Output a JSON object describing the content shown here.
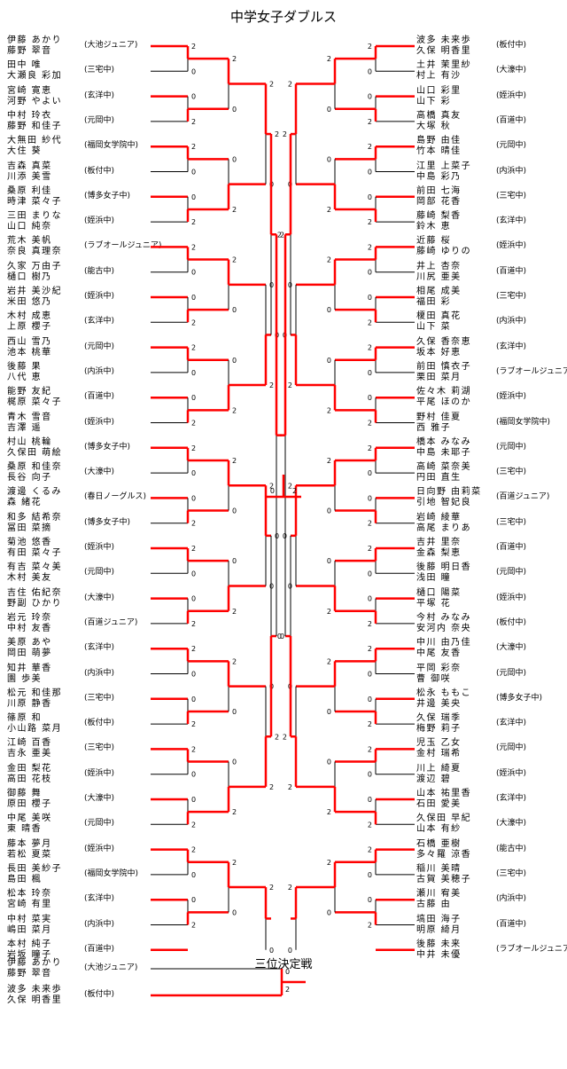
{
  "title": "中学女子ダブルス",
  "third_place_title": "三位決定戦",
  "colors": {
    "winner_line": "#ff0000",
    "line": "#000000"
  },
  "left": [
    {
      "n1": "伊藤 あかり",
      "n2": "藤野 翠音",
      "school": "(大池ジュニア)"
    },
    {
      "n1": "田中 唯",
      "n2": "大瀬良 彩加",
      "school": "(三宅中)"
    },
    {
      "n1": "宮崎 寛恵",
      "n2": "河野 やよい",
      "school": "(玄洋中)"
    },
    {
      "n1": "中村 玲衣",
      "n2": "藤野 和佳子",
      "school": "(元岡中)"
    },
    {
      "n1": "大無田 紗代",
      "n2": "大住 葵",
      "school": "(福岡女学院中)"
    },
    {
      "n1": "吉森 真菜",
      "n2": "川添 美雪",
      "school": "(板付中)"
    },
    {
      "n1": "桑原 利佳",
      "n2": "時津 菜々子",
      "school": "(博多女子中)"
    },
    {
      "n1": "三田 まりな",
      "n2": "山口 純奈",
      "school": "(姪浜中)"
    },
    {
      "n1": "荒木 美帆",
      "n2": "奈良 真理奈",
      "school": "(ラブオールジュニア)"
    },
    {
      "n1": "久家 万由子",
      "n2": "樋口 樹乃",
      "school": "(能古中)"
    },
    {
      "n1": "岩井 美沙紀",
      "n2": "米田 悠乃",
      "school": "(姪浜中)"
    },
    {
      "n1": "木村 成恵",
      "n2": "上原 櫻子",
      "school": "(玄洋中)"
    },
    {
      "n1": "西山 雪乃",
      "n2": "池本 桃華",
      "school": "(元岡中)"
    },
    {
      "n1": "後藤 果",
      "n2": "八代 恵",
      "school": "(内浜中)"
    },
    {
      "n1": "能野 友紀",
      "n2": "梶原 菜々子",
      "school": "(百道中)"
    },
    {
      "n1": "青木 雪音",
      "n2": "吉澤 遥",
      "school": "(姪浜中)"
    },
    {
      "n1": "村山 桃輪",
      "n2": "久保田 萌絵",
      "school": "(博多女子中)"
    },
    {
      "n1": "桑原 和佳奈",
      "n2": "長谷 向子",
      "school": "(大濠中)"
    },
    {
      "n1": "渡邊 くるみ",
      "n2": "森 緒花",
      "school": "(春日ノーグルス)"
    },
    {
      "n1": "和多 結希奈",
      "n2": "冨田 菜摘",
      "school": "(博多女子中)"
    },
    {
      "n1": "菊池 悠香",
      "n2": "有田 菜々子",
      "school": "(姪浜中)"
    },
    {
      "n1": "有吉 菜々美",
      "n2": "木村 美友",
      "school": "(元岡中)"
    },
    {
      "n1": "吉住 佑紀奈",
      "n2": "野副 ひかり",
      "school": "(大濠中)"
    },
    {
      "n1": "岩元 玲奈",
      "n2": "中村 友香",
      "school": "(百道ジュニア)"
    },
    {
      "n1": "美原 あや",
      "n2": "岡田 萌夢",
      "school": "(玄洋中)"
    },
    {
      "n1": "知井 華香",
      "n2": "園 歩美",
      "school": "(内浜中)"
    },
    {
      "n1": "松元 和佳那",
      "n2": "川原 静香",
      "school": "(三宅中)"
    },
    {
      "n1": "篠原 和",
      "n2": "小山路 菜月",
      "school": "(板付中)"
    },
    {
      "n1": "江崎 百香",
      "n2": "吉永 亜美",
      "school": "(三宅中)"
    },
    {
      "n1": "金田 梨花",
      "n2": "高田 花枝",
      "school": "(姪浜中)"
    },
    {
      "n1": "御藤 舞",
      "n2": "原田 櫻子",
      "school": "(大濠中)"
    },
    {
      "n1": "中尾 美咲",
      "n2": "東 晴香",
      "school": "(元岡中)"
    },
    {
      "n1": "藤本 夢月",
      "n2": "若松 夏菜",
      "school": "(姪浜中)"
    },
    {
      "n1": "長田 美紗子",
      "n2": "島田 楓",
      "school": "(福岡女学院中)"
    },
    {
      "n1": "松本 玲奈",
      "n2": "宮崎 有里",
      "school": "(玄洋中)"
    },
    {
      "n1": "中村 菜実",
      "n2": "嶋田 菜月",
      "school": "(内浜中)"
    },
    {
      "n1": "本村 純子",
      "n2": "岩坂 瞳子",
      "school": "(百道中)"
    }
  ],
  "right": [
    {
      "n1": "波多 未来歩",
      "n2": "久保 明香里",
      "school": "(板付中)"
    },
    {
      "n1": "土井 茉里紗",
      "n2": "村上 有沙",
      "school": "(大濠中)"
    },
    {
      "n1": "山口 彩里",
      "n2": "山下 彩",
      "school": "(姪浜中)"
    },
    {
      "n1": "高橋 真友",
      "n2": "大塚 秋",
      "school": "(百道中)"
    },
    {
      "n1": "島野 由佳",
      "n2": "竹本 晴佳",
      "school": "(元岡中)"
    },
    {
      "n1": "江里 上菜子",
      "n2": "中島 彩乃",
      "school": "(内浜中)"
    },
    {
      "n1": "前田 七海",
      "n2": "岡部 花香",
      "school": "(三宅中)"
    },
    {
      "n1": "藤崎 梨香",
      "n2": "鈴木 恵",
      "school": "(玄洋中)"
    },
    {
      "n1": "近藤 桜",
      "n2": "藤崎 ゆりの",
      "school": "(姪浜中)"
    },
    {
      "n1": "井上 杏奈",
      "n2": "川尻 亜美",
      "school": "(百道中)"
    },
    {
      "n1": "相尾 成美",
      "n2": "福田 彩",
      "school": "(三宅中)"
    },
    {
      "n1": "榎田 真花",
      "n2": "山下 菜",
      "school": "(内浜中)"
    },
    {
      "n1": "久保 香奈恵",
      "n2": "坂本 好恵",
      "school": "(玄洋中)"
    },
    {
      "n1": "前田 慎衣子",
      "n2": "栗田 菜月",
      "school": "(ラブオールジュニア)"
    },
    {
      "n1": "佐々木 莉湖",
      "n2": "平尾 ほのか",
      "school": "(姪浜中)"
    },
    {
      "n1": "野村 佳夏",
      "n2": "西 雅子",
      "school": "(福岡女学院中)"
    },
    {
      "n1": "橋本 みなみ",
      "n2": "中島 未耶子",
      "school": "(元岡中)"
    },
    {
      "n1": "高崎 菜奈美",
      "n2": "円田 直生",
      "school": "(三宅中)"
    },
    {
      "n1": "日向野 由莉菜",
      "n2": "引地 智妃良",
      "school": "(百道ジュニア)"
    },
    {
      "n1": "岩崎 綾華",
      "n2": "高尾 まりあ",
      "school": "(三宅中)"
    },
    {
      "n1": "吉井 里奈",
      "n2": "金森 梨恵",
      "school": "(百道中)"
    },
    {
      "n1": "後藤 明日香",
      "n2": "浅田 瞳",
      "school": "(元岡中)"
    },
    {
      "n1": "樋口 陽菜",
      "n2": "平塚 花",
      "school": "(姪浜中)"
    },
    {
      "n1": "今村 みなみ",
      "n2": "安河内 奈央",
      "school": "(板付中)"
    },
    {
      "n1": "中川 由乃佳",
      "n2": "中尾 友香",
      "school": "(大濠中)"
    },
    {
      "n1": "平岡 彩奈",
      "n2": "曹 御咲",
      "school": "(元岡中)"
    },
    {
      "n1": "松永 ももこ",
      "n2": "井邊 美央",
      "school": "(博多女子中)"
    },
    {
      "n1": "久保 瑞季",
      "n2": "梅野 莉子",
      "school": "(玄洋中)"
    },
    {
      "n1": "児玉 乙女",
      "n2": "金村 瑞希",
      "school": "(元岡中)"
    },
    {
      "n1": "川上 綺夏",
      "n2": "渡辺 碧",
      "school": "(姪浜中)"
    },
    {
      "n1": "山本 祐里香",
      "n2": "石田 愛美",
      "school": "(玄洋中)"
    },
    {
      "n1": "久保田 早紀",
      "n2": "山本 有紗",
      "school": "(大濠中)"
    },
    {
      "n1": "石橋 亜樹",
      "n2": "多々羅 涼香",
      "school": "(能古中)"
    },
    {
      "n1": "稲川 美晴",
      "n2": "古賀 美穂子",
      "school": "(三宅中)"
    },
    {
      "n1": "瀬川 宥美",
      "n2": "古藤 由",
      "school": "(内浜中)"
    },
    {
      "n1": "塙田 海子",
      "n2": "明原 綺月",
      "school": "(百道中)"
    },
    {
      "n1": "後藤 未来",
      "n2": "中井 未優",
      "school": "(ラブオールジュニア)"
    }
  ],
  "third_place": [
    {
      "n1": "伊藤 あかり",
      "n2": "藤野 翠音",
      "school": "(大池ジュニア)"
    },
    {
      "n1": "波多 未来歩",
      "n2": "久保 明香里",
      "school": "(板付中)"
    }
  ]
}
